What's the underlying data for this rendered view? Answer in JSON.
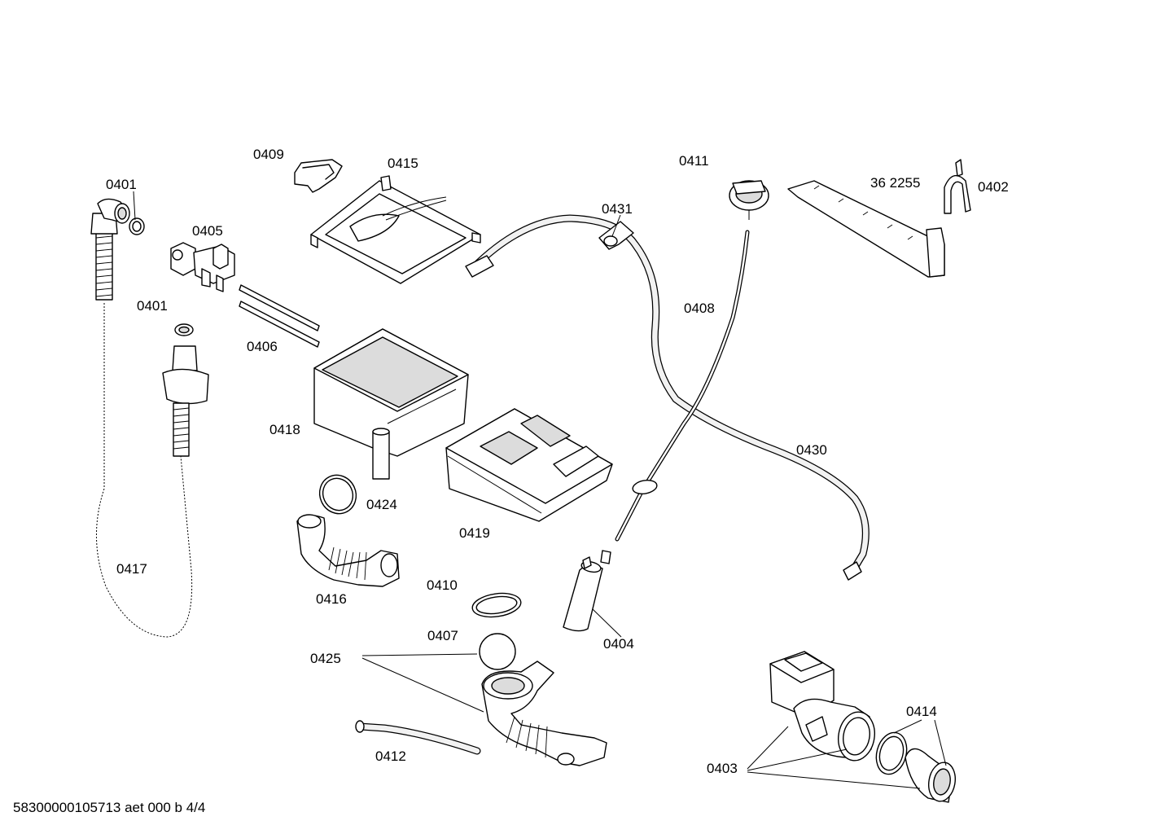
{
  "labels": {
    "p0401a": "0401",
    "p0401b": "0401",
    "p0402": "0402",
    "p0403": "0403",
    "p0404": "0404",
    "p0405": "0405",
    "p0406": "0406",
    "p0407": "0407",
    "p0408": "0408",
    "p0409": "0409",
    "p0410": "0410",
    "p0411": "0411",
    "p0412": "0412",
    "p0414": "0414",
    "p0415": "0415",
    "p0416": "0416",
    "p0417": "0417",
    "p0418": "0418",
    "p0419": "0419",
    "p0424": "0424",
    "p0425": "0425",
    "p0430": "0430",
    "p0431": "0431",
    "p362255": "36 2255"
  },
  "footer": "58300000105713 aet 000 b 4/4"
}
